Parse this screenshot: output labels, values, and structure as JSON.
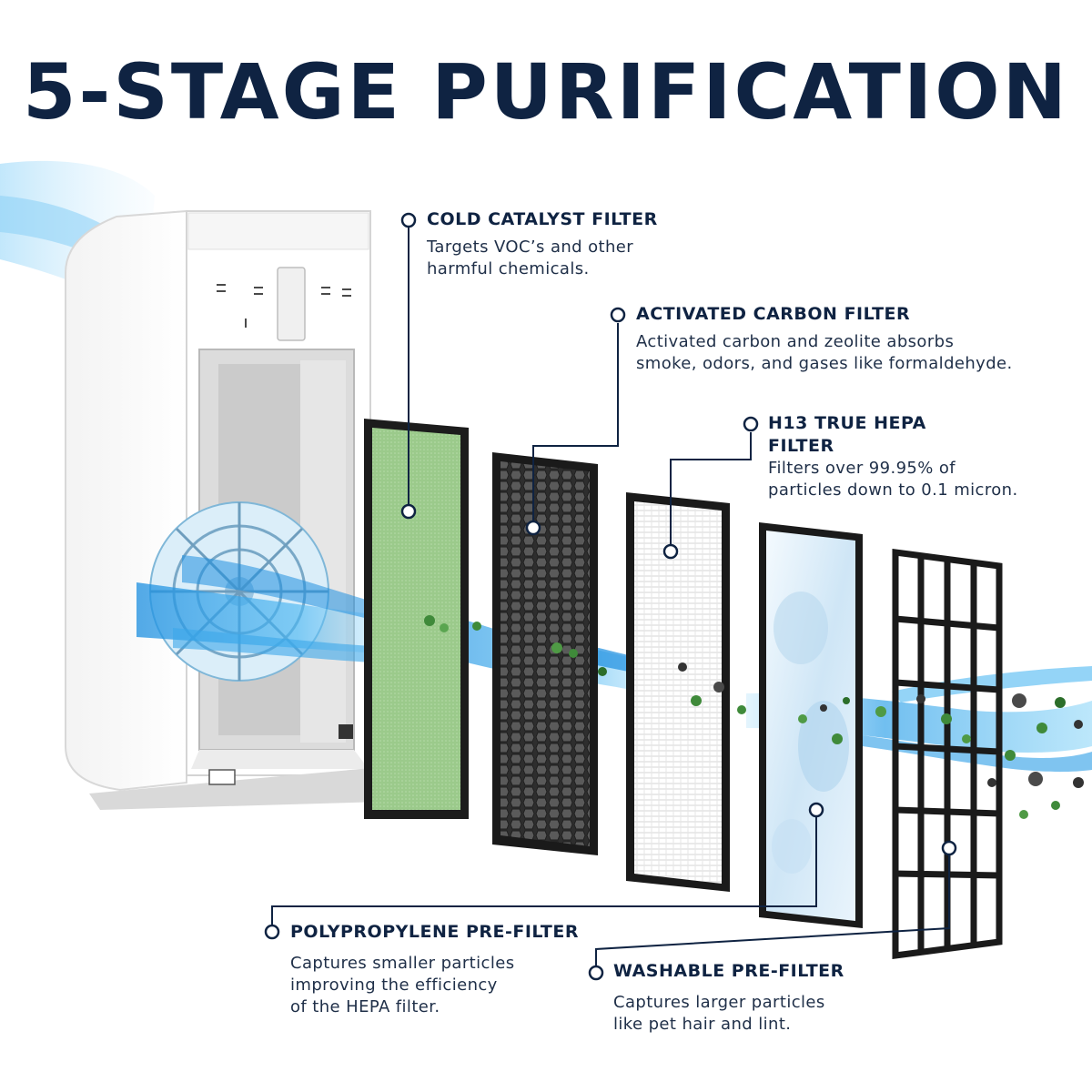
{
  "title": "5-STAGE PURIFICATION",
  "stages": {
    "cold_catalyst": {
      "name": "COLD CATALYST FILTER",
      "desc_line1": "Targets VOC’s and other",
      "desc_line2": "harmful chemicals."
    },
    "activated_carbon": {
      "name": "ACTIVATED CARBON FILTER",
      "desc_line1": "Activated carbon and zeolite absorbs",
      "desc_line2": "smoke, odors, and gases like formaldehyde."
    },
    "hepa": {
      "name_line1": "H13 TRUE HEPA",
      "name_line2": "FILTER",
      "desc_line1": "Filters over 99.95% of",
      "desc_line2": "particles down to 0.1 micron."
    },
    "polypropylene": {
      "name": "POLYPROPYLENE PRE-FILTER",
      "desc_line1": "Captures smaller particles",
      "desc_line2": "improving the efficiency",
      "desc_line3": "of the HEPA filter."
    },
    "washable": {
      "name": "WASHABLE PRE-FILTER",
      "desc_line1": "Captures larger particles",
      "desc_line2": "like pet hair and lint."
    }
  },
  "colors": {
    "navy": "#0f2342",
    "airflow_blue": "#2aa8e8",
    "catalyst_green": "#9cc98a",
    "carbon_dark": "#3a3a3a",
    "frame_black": "#1a1a1a"
  },
  "icons": [
    "purifier-unit",
    "fan-icon",
    "particle-icon",
    "airflow-stream"
  ]
}
